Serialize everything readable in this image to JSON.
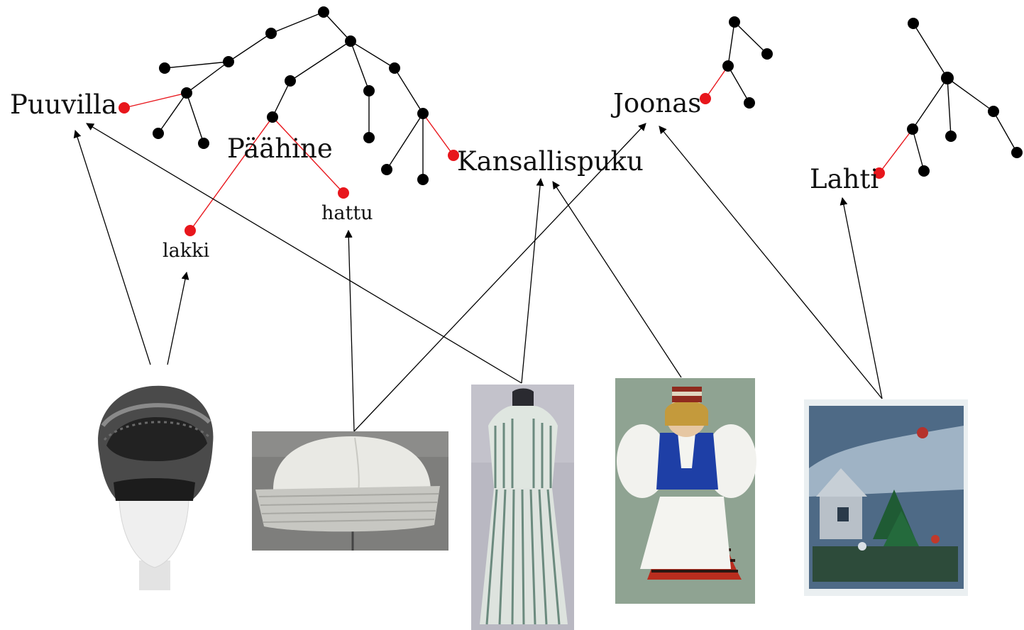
{
  "colors": {
    "background": "#ffffff",
    "node": "#000000",
    "highlight": "#e8161c",
    "edge": "#000000"
  },
  "concepts": {
    "puuvilla": "Puuvilla",
    "paahine": "Päähine",
    "lakki": "lakki",
    "hattu": "hattu",
    "kansallispuku": "Kansallispuku",
    "joonas": "Joonas",
    "lahti": "Lahti"
  },
  "images": {
    "cap": "dark-knitted-cap-on-mannequin-head",
    "hat": "white-cotton-sailor-hat",
    "dress": "striped-dress-on-dress-form",
    "doll": "doll-in-finnish-national-costume",
    "painting": "winter-christmas-painting"
  }
}
